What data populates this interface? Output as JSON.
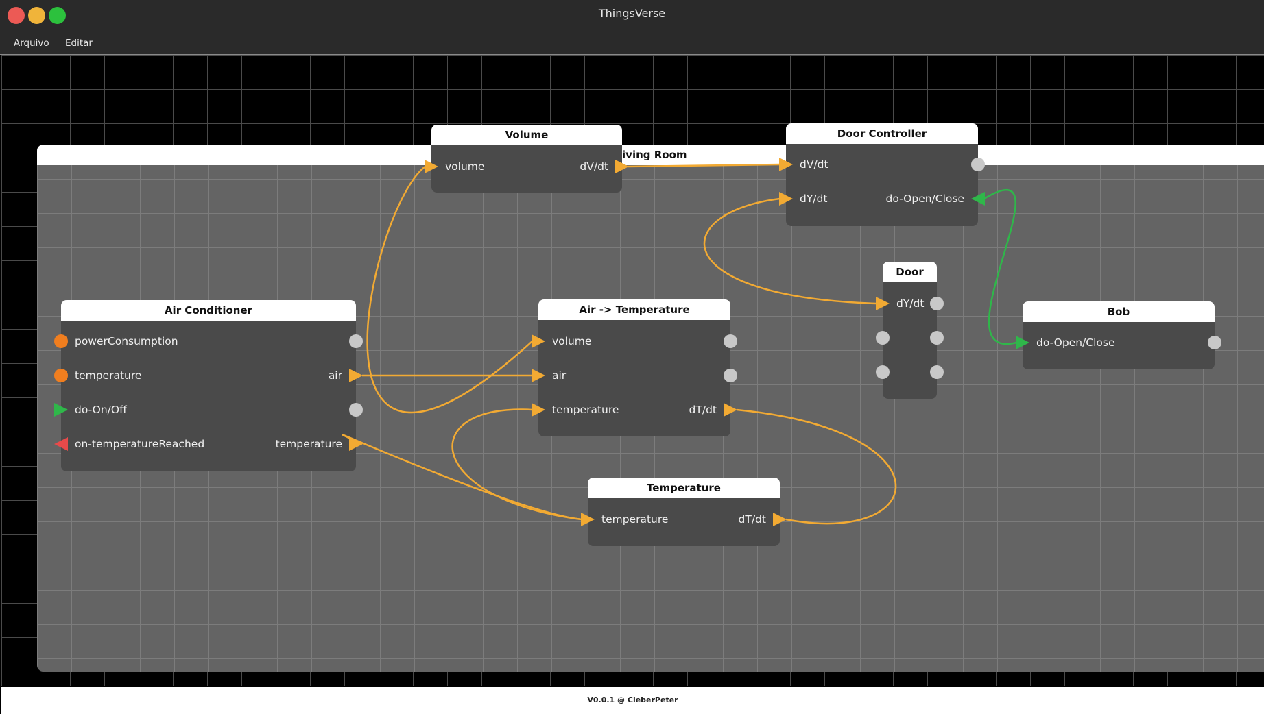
{
  "window": {
    "title": "ThingsVerse",
    "traffic_lights": [
      {
        "name": "close-window-button",
        "color": "#ec5a55"
      },
      {
        "name": "minimize-window-button",
        "color": "#f0b43a"
      },
      {
        "name": "zoom-window-button",
        "color": "#2cc13d"
      }
    ]
  },
  "menu": [
    "Arquivo",
    "Editar"
  ],
  "room": {
    "title": "Living Room"
  },
  "colors": {
    "data_port": "#f2aa33",
    "action_port": "#2fb74a",
    "event_port": "#e84a4a",
    "property_port": "#f07e1f",
    "unused_port": "#c8c8c8",
    "data_wire": "#f2aa33",
    "action_wire": "#2fb74a"
  },
  "nodes": {
    "volume": {
      "title": "Volume",
      "ports": [
        {
          "left": "volume",
          "right": "dV/dt"
        }
      ]
    },
    "door_controller": {
      "title": "Door Controller",
      "ports": [
        {
          "left": "dV/dt",
          "right": ""
        },
        {
          "left": "dY/dt",
          "right": "do-Open/Close"
        }
      ]
    },
    "door": {
      "title": "Door",
      "ports": [
        {
          "left": "dY/dt",
          "right": ""
        },
        {
          "left": "",
          "right": ""
        },
        {
          "left": "",
          "right": ""
        }
      ]
    },
    "air_conditioner": {
      "title": "Air Conditioner",
      "ports": [
        {
          "left": "powerConsumption",
          "right": ""
        },
        {
          "left": "temperature",
          "right": "air"
        },
        {
          "left": "do-On/Off",
          "right": ""
        },
        {
          "left": "on-temperatureReached",
          "right": "temperature"
        }
      ]
    },
    "air_temperature": {
      "title": "Air -> Temperature",
      "ports": [
        {
          "left": "volume",
          "right": ""
        },
        {
          "left": "air",
          "right": ""
        },
        {
          "left": "temperature",
          "right": "dT/dt"
        }
      ]
    },
    "bob": {
      "title": "Bob",
      "ports": [
        {
          "left": "do-Open/Close",
          "right": ""
        }
      ]
    },
    "temperature": {
      "title": "Temperature",
      "ports": [
        {
          "left": "temperature",
          "right": "dT/dt"
        }
      ]
    }
  },
  "connections": [
    {
      "from": [
        "door_controller",
        0,
        "left"
      ],
      "to": [
        "volume",
        0,
        "right"
      ],
      "kind": "data"
    },
    {
      "from": [
        "volume",
        0,
        "left"
      ],
      "to": [
        "air_temperature",
        0,
        "left"
      ],
      "kind": "data"
    },
    {
      "from": [
        "air_conditioner",
        1,
        "right"
      ],
      "to": [
        "air_temperature",
        1,
        "left"
      ],
      "kind": "data"
    },
    {
      "from": [
        "temperature",
        0,
        "left"
      ],
      "to": [
        "air_temperature",
        2,
        "left"
      ],
      "kind": "data"
    },
    {
      "from": [
        "temperature",
        0,
        "left"
      ],
      "to": [
        "air_conditioner",
        3,
        "right"
      ],
      "kind": "data"
    },
    {
      "from": [
        "air_temperature",
        2,
        "right"
      ],
      "to": [
        "temperature",
        0,
        "right"
      ],
      "kind": "data"
    },
    {
      "from": [
        "door_controller",
        1,
        "left"
      ],
      "to": [
        "door",
        0,
        "left"
      ],
      "kind": "data"
    },
    {
      "from": [
        "bob",
        0,
        "left"
      ],
      "to": [
        "door_controller",
        1,
        "right"
      ],
      "kind": "action"
    }
  ],
  "footer": "V0.0.1 @ CleberPeter"
}
